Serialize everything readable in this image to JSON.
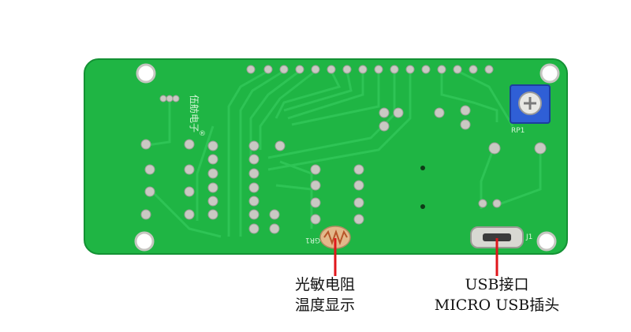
{
  "board": {
    "silkscreen_brand": "伍舫电子",
    "registered_mark": "®",
    "ref_rp1": "RP1",
    "ref_gr1": "GR1",
    "ref_j1": "J1"
  },
  "annotations": {
    "photoresistor": {
      "line1": "光敏电阻",
      "line2": "温度显示"
    },
    "usb": {
      "line1": "USB接口",
      "line2": "MICRO USB插头"
    }
  },
  "colors": {
    "pcb": "#1fb544",
    "pcb_dark": "#179a38",
    "trace": "#2ec455",
    "pad": "#c9c9c3",
    "pointer": "#e0161b",
    "potentiometer": "#2f5fd6"
  }
}
